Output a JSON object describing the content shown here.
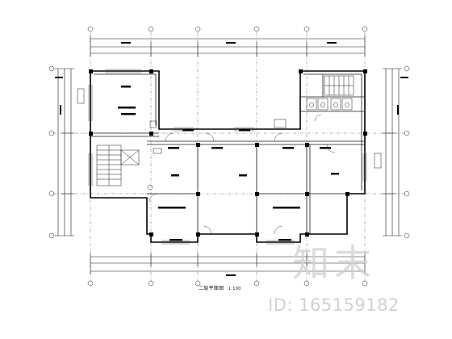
{
  "drawing": {
    "title": "二层平面图",
    "scale": "1:100"
  },
  "watermark": {
    "logo_text": "知末",
    "id_text": "ID: 165159182"
  }
}
